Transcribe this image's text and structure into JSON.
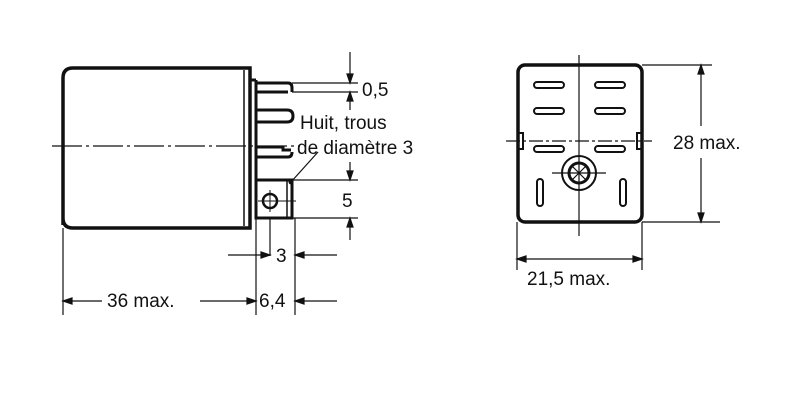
{
  "diagram": {
    "type": "relay-dimension-drawing",
    "units": "mm",
    "side_view": {
      "dimensions": {
        "pin_thickness": "0,5",
        "holes_note_line1": "Huit, trous",
        "holes_note_line2": "de diamètre 3",
        "tab_height": "5",
        "tab_width": "3",
        "body_length": "36 max.",
        "pin_length": "6,4"
      }
    },
    "bottom_view": {
      "dimensions": {
        "height": "28 max.",
        "width": "21,5 max."
      }
    },
    "colors": {
      "line": "#111111",
      "background": "#ffffff"
    }
  }
}
